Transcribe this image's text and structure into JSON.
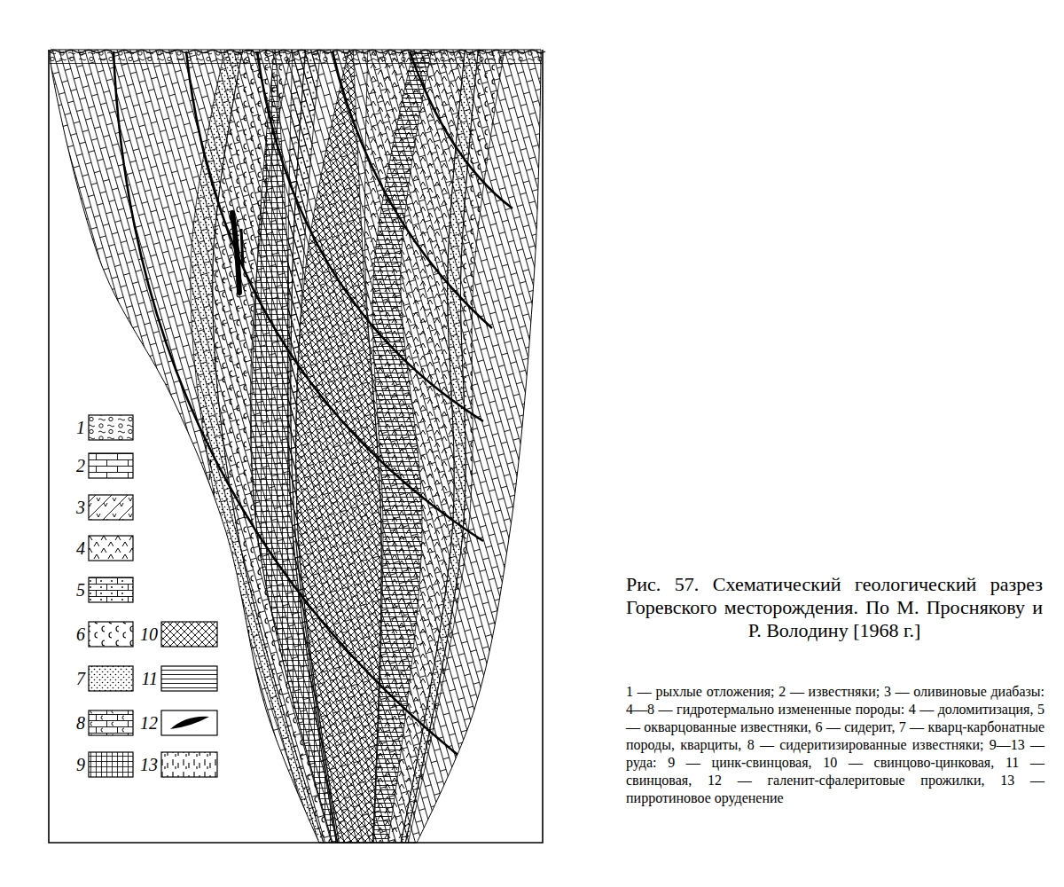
{
  "diagram": {
    "caption": "Рис. 57. Схематический геологический разрез Горевского месторождения. По М. Проснякову и Р. Володину [1968 г.]",
    "labels": [
      "1 — рыхлые отложения; 2 — известняки; 3 — оливиновые диабазы: 4—8 — гидротермально измененные породы: 4 — доломитизация, 5 — окварцованные известняки, 6 — сидерит, 7 — кварц-карбонатные породы, кварциты, 8 — сидеритизированные известняки; 9—13 — руда: 9 — цинк-свинцовая, 10 — свинцово-цинковая, 11 — свинцовая, 12 — галенит-сфалеритовые прожилки, 13 — пирротиновое оруденение"
    ],
    "legend": [
      {
        "text": "1"
      },
      {
        "text": "2"
      },
      {
        "text": "3"
      },
      {
        "text": "4"
      },
      {
        "text": "5"
      },
      {
        "text": "6"
      },
      {
        "text": "7"
      },
      {
        "text": "8"
      },
      {
        "text": "9"
      },
      {
        "text": "10"
      },
      {
        "text": "11"
      },
      {
        "text": "12"
      },
      {
        "text": "13"
      }
    ]
  }
}
